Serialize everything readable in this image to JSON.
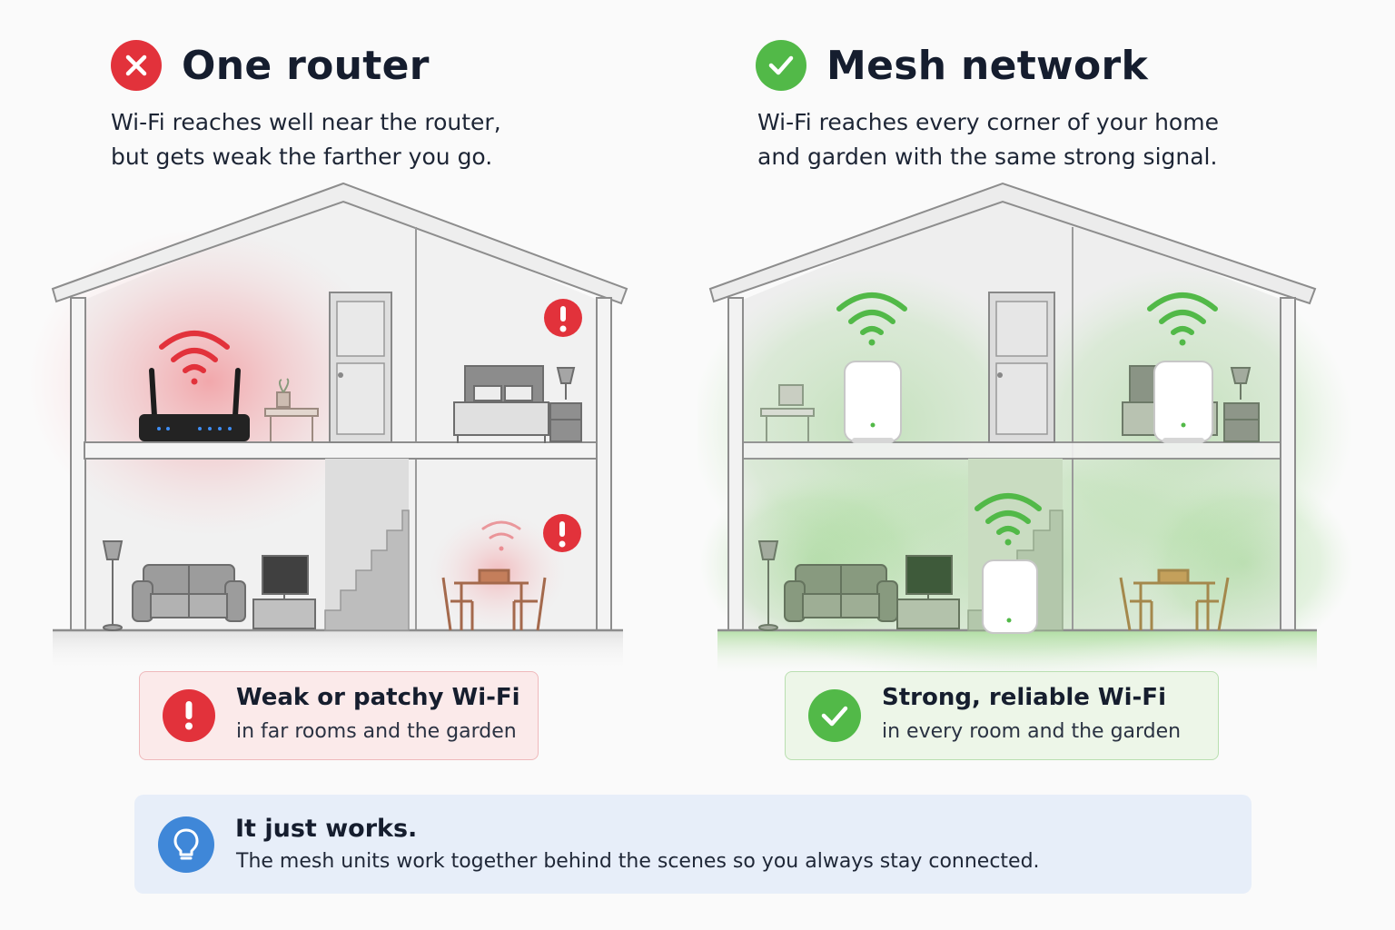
{
  "left_panel": {
    "title": "One router",
    "status_icon": "x-icon",
    "description_lines": [
      "Wi-Fi reaches well near the router,",
      "but gets weak the farther you go."
    ],
    "callout": {
      "title": "Weak or patchy Wi-Fi",
      "subtitle": "in far rooms and the garden",
      "icon": "exclamation-icon"
    },
    "accent_color": "#e2323b"
  },
  "right_panel": {
    "title": "Mesh network",
    "status_icon": "check-icon",
    "description_lines": [
      "Wi-Fi reaches every corner of your home",
      "and garden with the same strong signal."
    ],
    "callout": {
      "title": "Strong, reliable Wi-Fi",
      "subtitle": "in every room and the garden",
      "icon": "check-icon"
    },
    "accent_color": "#52b948"
  },
  "tip": {
    "title": "It just works.",
    "body": "The mesh units work together behind the scenes so you always stay connected.",
    "icon": "lightbulb-icon",
    "accent_color": "#3f87d8"
  }
}
